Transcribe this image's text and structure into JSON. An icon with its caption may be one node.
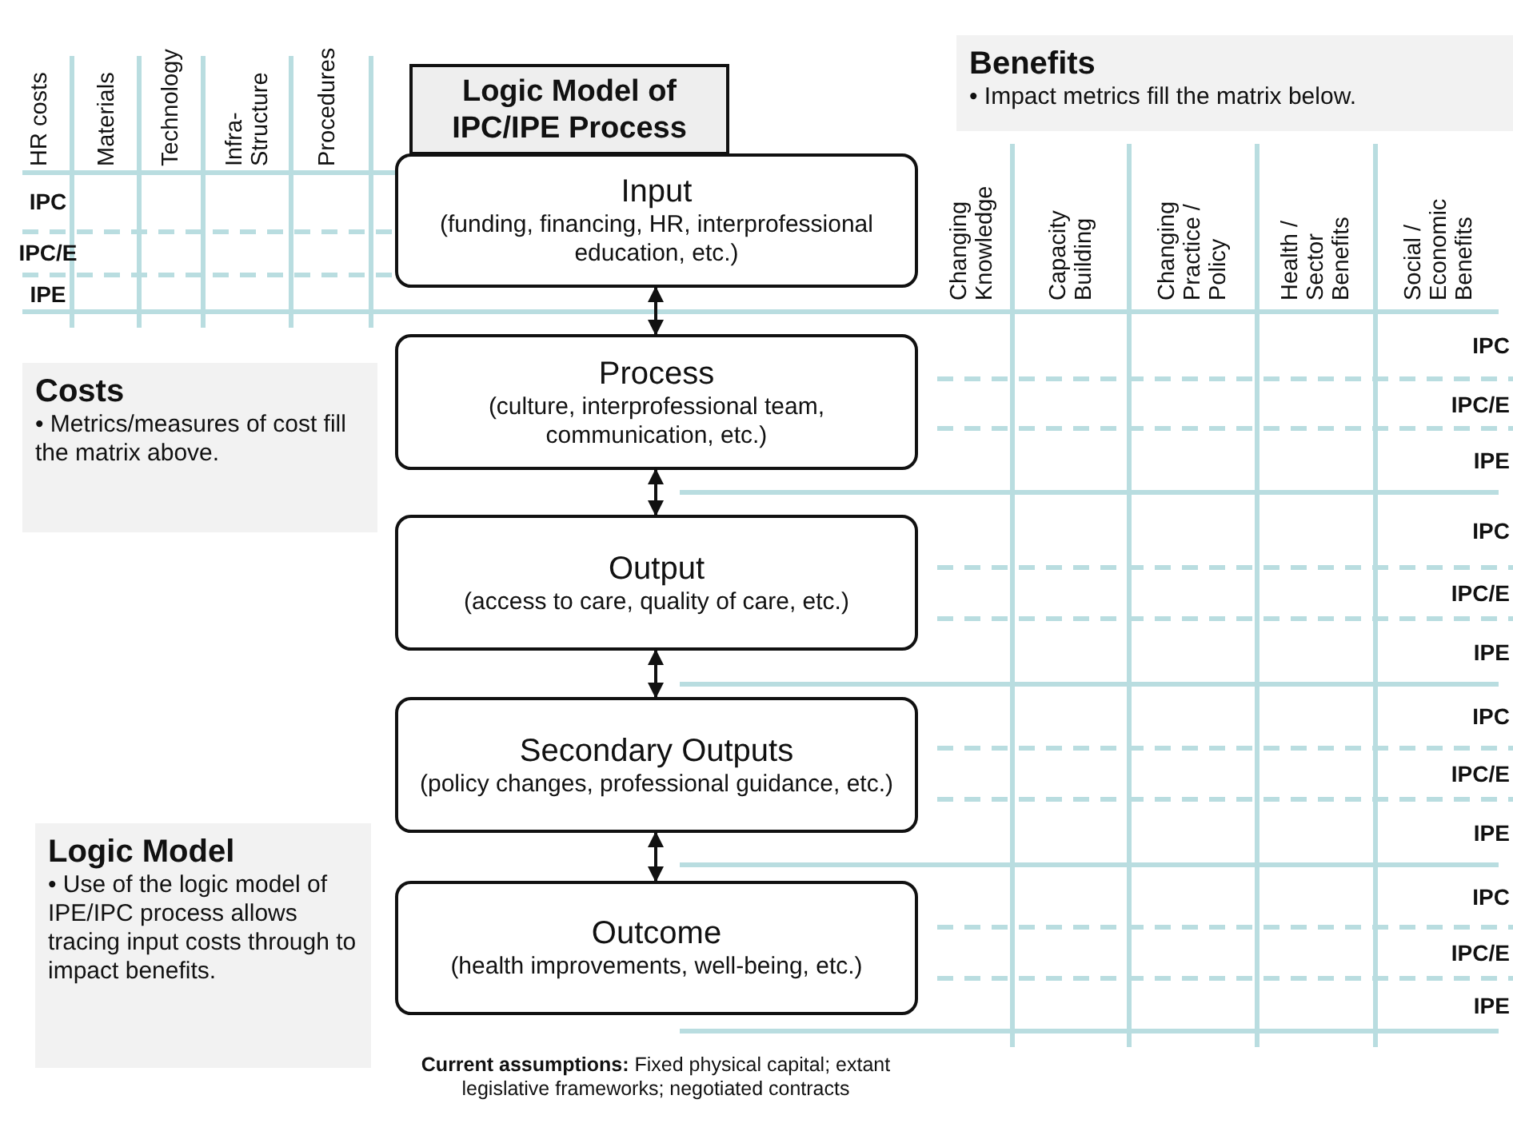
{
  "diagram": {
    "nodes": [
      {
        "text": [
          "Logic Model of IPC/IPE Process"
        ]
      },
      {
        "text": [
          "Input",
          "(funding, financing, HR, interprofessional education, etc.)"
        ]
      },
      {
        "text": [
          "Process",
          "(culture, interprofessional team, communication, etc.)"
        ]
      },
      {
        "text": [
          "Output",
          "(access to care, quality of care, etc.)"
        ]
      },
      {
        "text": [
          "Secondary Outputs",
          "(policy changes, professional guidance, etc.)"
        ]
      },
      {
        "text": [
          "Outcome",
          "(health improvements, well-being, etc.)"
        ]
      },
      {
        "text": [
          "Benefits",
          "• Impact metrics fill the matrix below."
        ]
      },
      {
        "text": [
          "Costs",
          "• Metrics/measures of cost fill the matrix above."
        ]
      },
      {
        "text": [
          "Logic Model",
          "• Use of the logic model of IPE/IPC process allows tracing input costs through to impact benefits."
        ]
      }
    ],
    "edges": [
      {
        "from": 1,
        "to": 2,
        "arrow": "both"
      },
      {
        "from": 2,
        "to": 3,
        "arrow": "both"
      },
      {
        "from": 3,
        "to": 4,
        "arrow": "both"
      },
      {
        "from": 4,
        "to": 5,
        "arrow": "both"
      }
    ],
    "labels": [
      "HR costs",
      "Materials",
      "Technology",
      "Infra- Structure",
      "Procedures",
      "IPC",
      "IPC/E",
      "IPE",
      "Changing Knowledge",
      "Capacity Building",
      "Changing Practice / Policy",
      "Health / Sector Benefits",
      "Social / Economic Benefits",
      "IPC",
      "IPC/E",
      "IPE",
      "IPC",
      "IPC/E",
      "IPE",
      "IPC",
      "IPC/E",
      "IPE",
      "IPC",
      "IPC/E",
      "IPE",
      "**Current assumptions:** Fixed physical capital; extant legislative frameworks; negotiated contracts"
    ]
  }
}
